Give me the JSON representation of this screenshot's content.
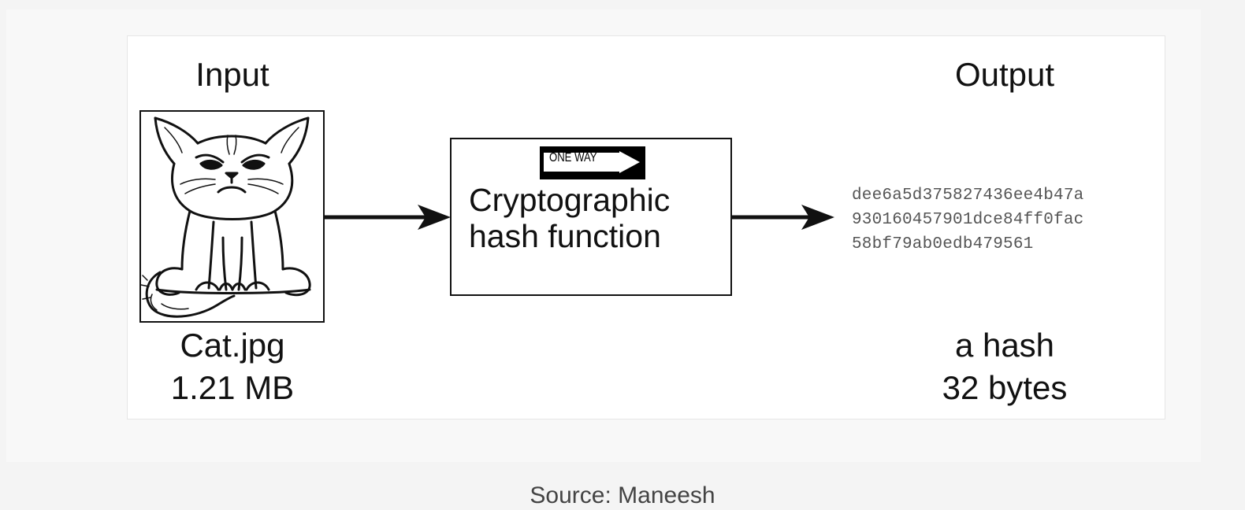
{
  "input": {
    "heading": "Input",
    "file_name": "Cat.jpg",
    "file_size": "1.21 MB"
  },
  "process": {
    "sign_text": "ONE WAY",
    "line1": "Cryptographic",
    "line2": "hash function"
  },
  "output": {
    "heading": "Output",
    "hash_lines": [
      "dee6a5d375827436ee4b47a",
      "930160457901dce84ff0fac",
      "58bf79ab0edb479561"
    ],
    "kind": "a hash",
    "size": "32 bytes"
  },
  "caption": "Source: Maneesh",
  "icons": {
    "input_image": "grumpy-cat-icon",
    "sign": "one-way-sign-icon",
    "arrows": "arrow-right-icon"
  }
}
